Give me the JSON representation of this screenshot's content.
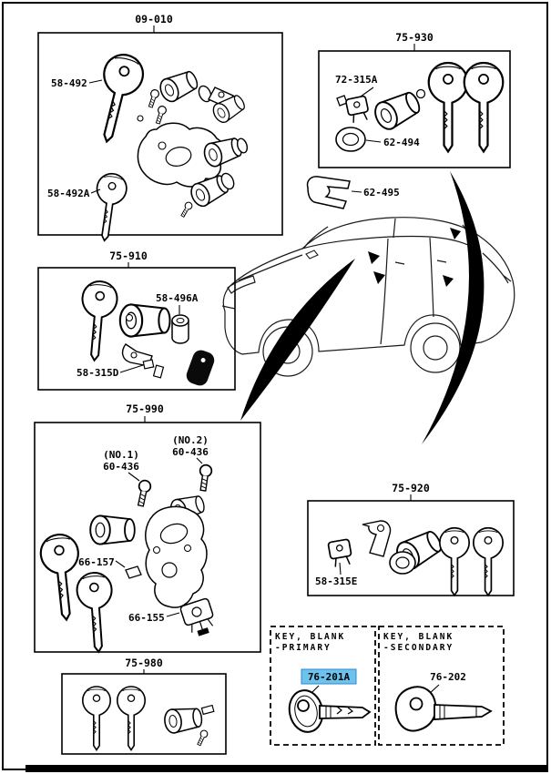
{
  "page": {
    "bg": "#ffffff",
    "ink": "#000000",
    "highlight": "#6cc4ee"
  },
  "boxes": {
    "b09010": {
      "title": "09-010"
    },
    "b75930": {
      "title": "75-930"
    },
    "b75910": {
      "title": "75-910"
    },
    "b75990": {
      "title": "75-990"
    },
    "b75920": {
      "title": "75-920"
    },
    "b75980": {
      "title": "75-980"
    }
  },
  "parts": {
    "p58_492": "58-492",
    "p58_492a": "58-492A",
    "p72_315a": "72-315A",
    "p62_494": "62-494",
    "p62_495": "62-495",
    "p58_496a": "58-496A",
    "p58_315d": "58-315D",
    "no1": "(NO.1)",
    "p60_436_no1": "60-436",
    "no2": "(NO.2)",
    "p60_436_no2": "60-436",
    "p66_157": "66-157",
    "p66_155": "66-155",
    "p58_315e": "58-315E",
    "p76_201a": "76-201A",
    "p76_202": "76-202"
  },
  "key_blank": {
    "primary_line1": "KEY, BLANK",
    "primary_line2": "-PRIMARY",
    "secondary_line1": "KEY, BLANK",
    "secondary_line2": "-SECONDARY"
  }
}
